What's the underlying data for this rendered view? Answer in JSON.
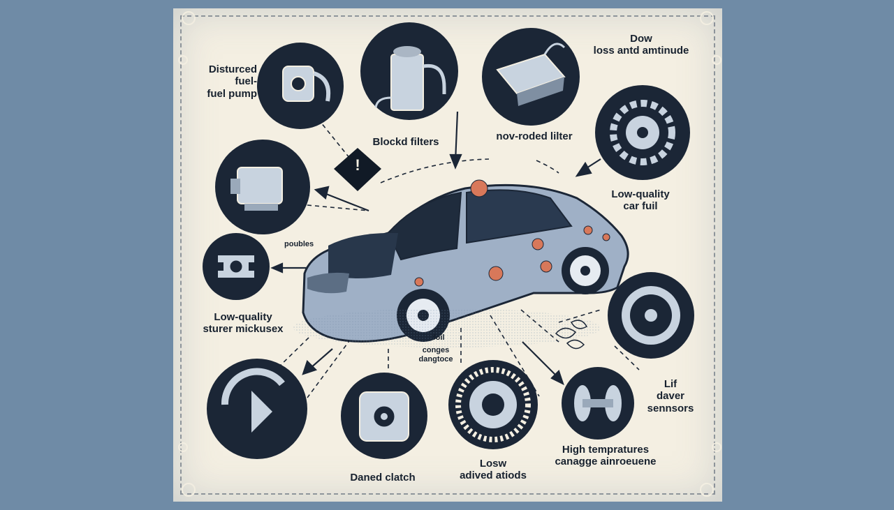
{
  "labels": {
    "fuel_pump": [
      "Disturced",
      "fuel-",
      "fuel pump"
    ],
    "blocked_filters": "Blockd filters",
    "non_roded_filter": "nov-roded lilter",
    "dow_loss": [
      "Dow",
      "loss antd amtinude"
    ],
    "low_quality_fuel": [
      "Low-quality",
      "car fuil"
    ],
    "low_quality_sensor": [
      "Low-quality",
      "sturer mickusex"
    ],
    "poubles": "poubles",
    "foil": "foil",
    "conges": [
      "conges",
      "dangtoce"
    ],
    "damaged_clutch": "Daned clatch",
    "low_advised": [
      "Losw",
      "adived atiods"
    ],
    "high_temp": [
      "High tempratures",
      "canagge ainroeuene"
    ],
    "lift_sensors": [
      "Lif",
      "daver",
      "sennsors"
    ],
    "warning_symbol": "!"
  },
  "icons": [
    "fuel-pump-icon",
    "fuel-can-icon",
    "filter-box-icon",
    "gear-sensor-icon",
    "engine-block-icon",
    "bracket-flange-icon",
    "wheel-rotor-icon",
    "steering-pedal-icon",
    "clutch-plate-icon",
    "brake-disc-icon",
    "shock-sensor-icon"
  ],
  "colors": {
    "background": "#6f8ba6",
    "paper": "#f4efe2",
    "ink": "#17212e",
    "circle": "#1b2636",
    "accent": "#d8785a",
    "car_body": "#9fb0c6"
  }
}
